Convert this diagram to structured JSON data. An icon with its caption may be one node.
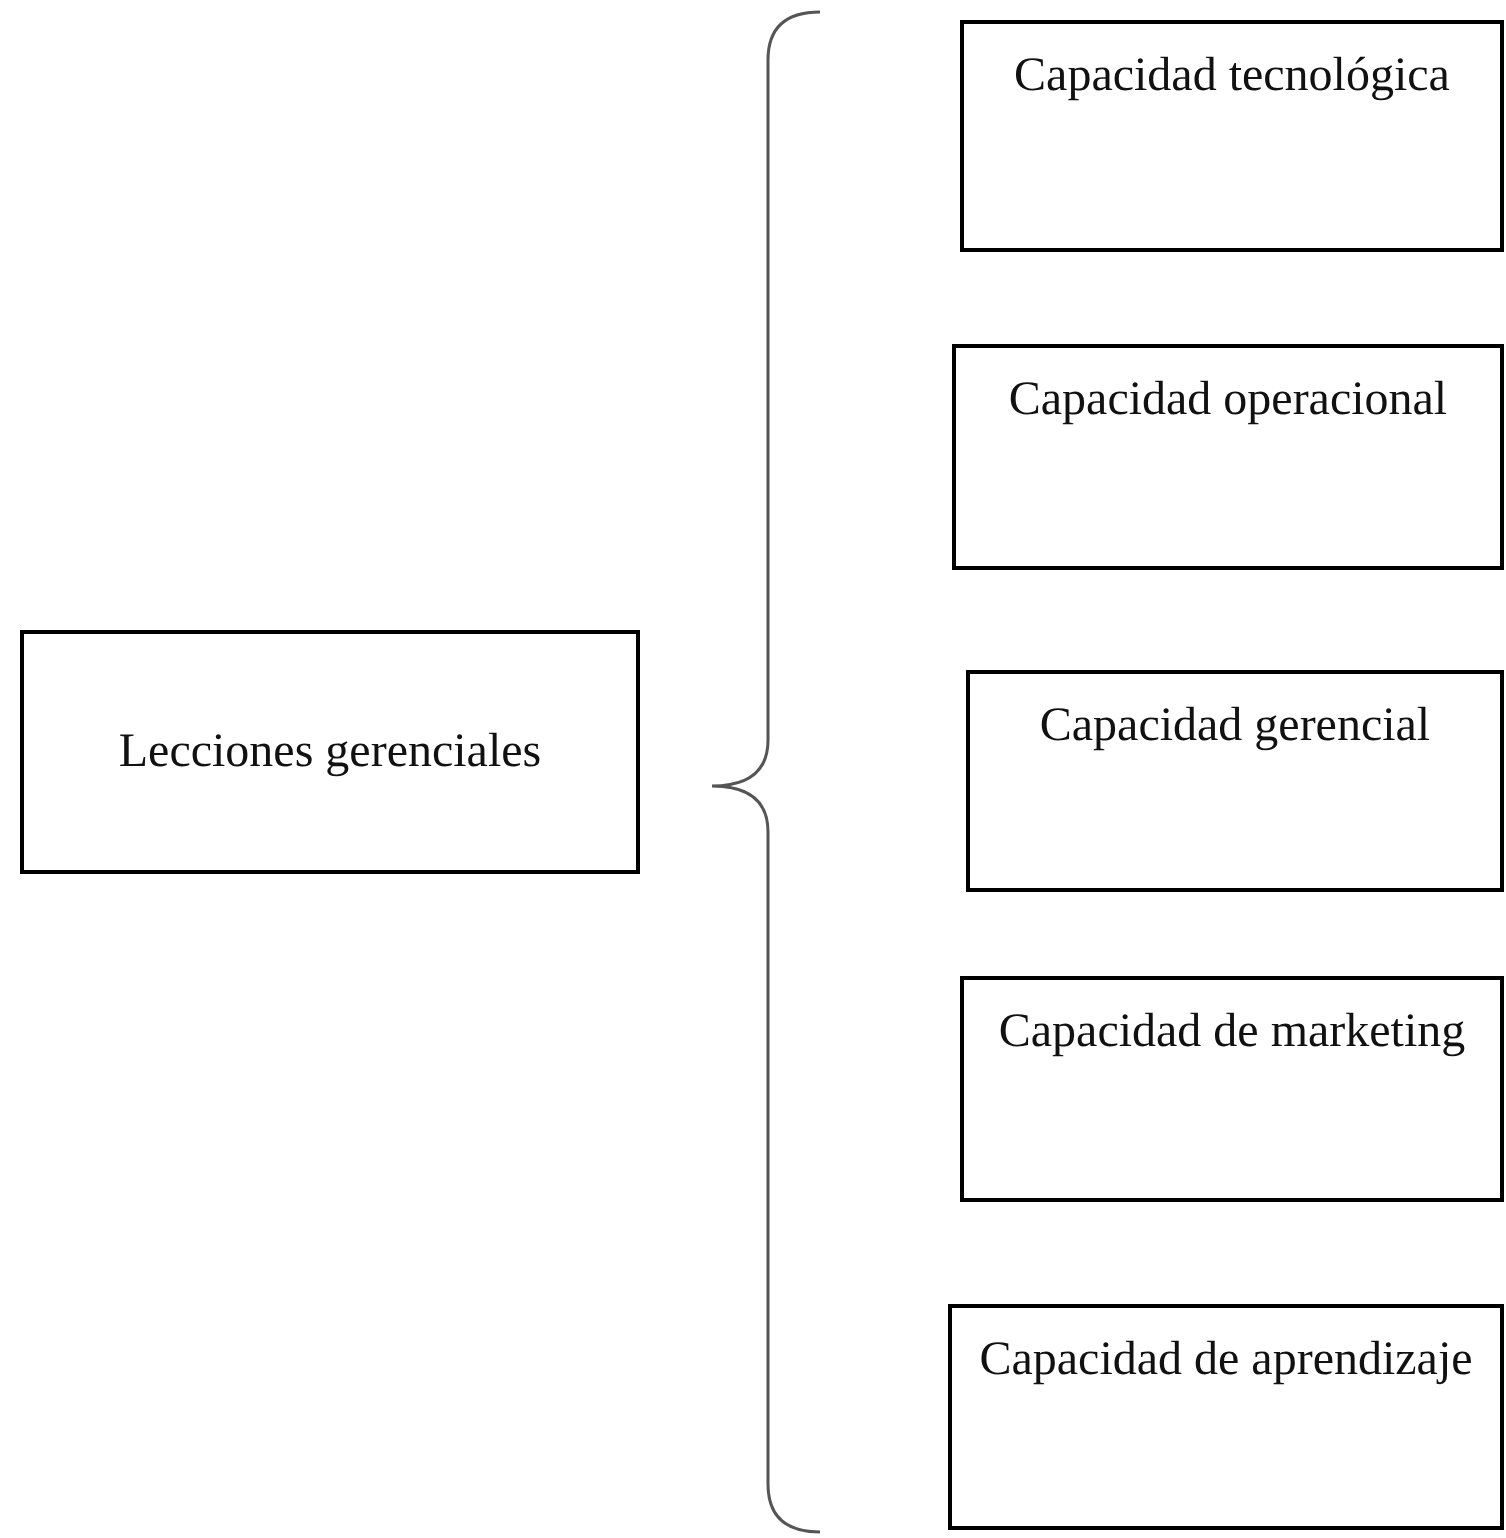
{
  "diagram": {
    "nodes": [
      {
        "text": [
          "Lecciones gerenciales"
        ]
      },
      {
        "text": [
          "Capacidad tecnológica"
        ]
      },
      {
        "text": [
          "Capacidad operacional"
        ]
      },
      {
        "text": [
          "Capacidad gerencial"
        ]
      },
      {
        "text": [
          "Capacidad de marketing"
        ]
      },
      {
        "text": [
          "Capacidad de aprendizaje"
        ]
      }
    ]
  }
}
